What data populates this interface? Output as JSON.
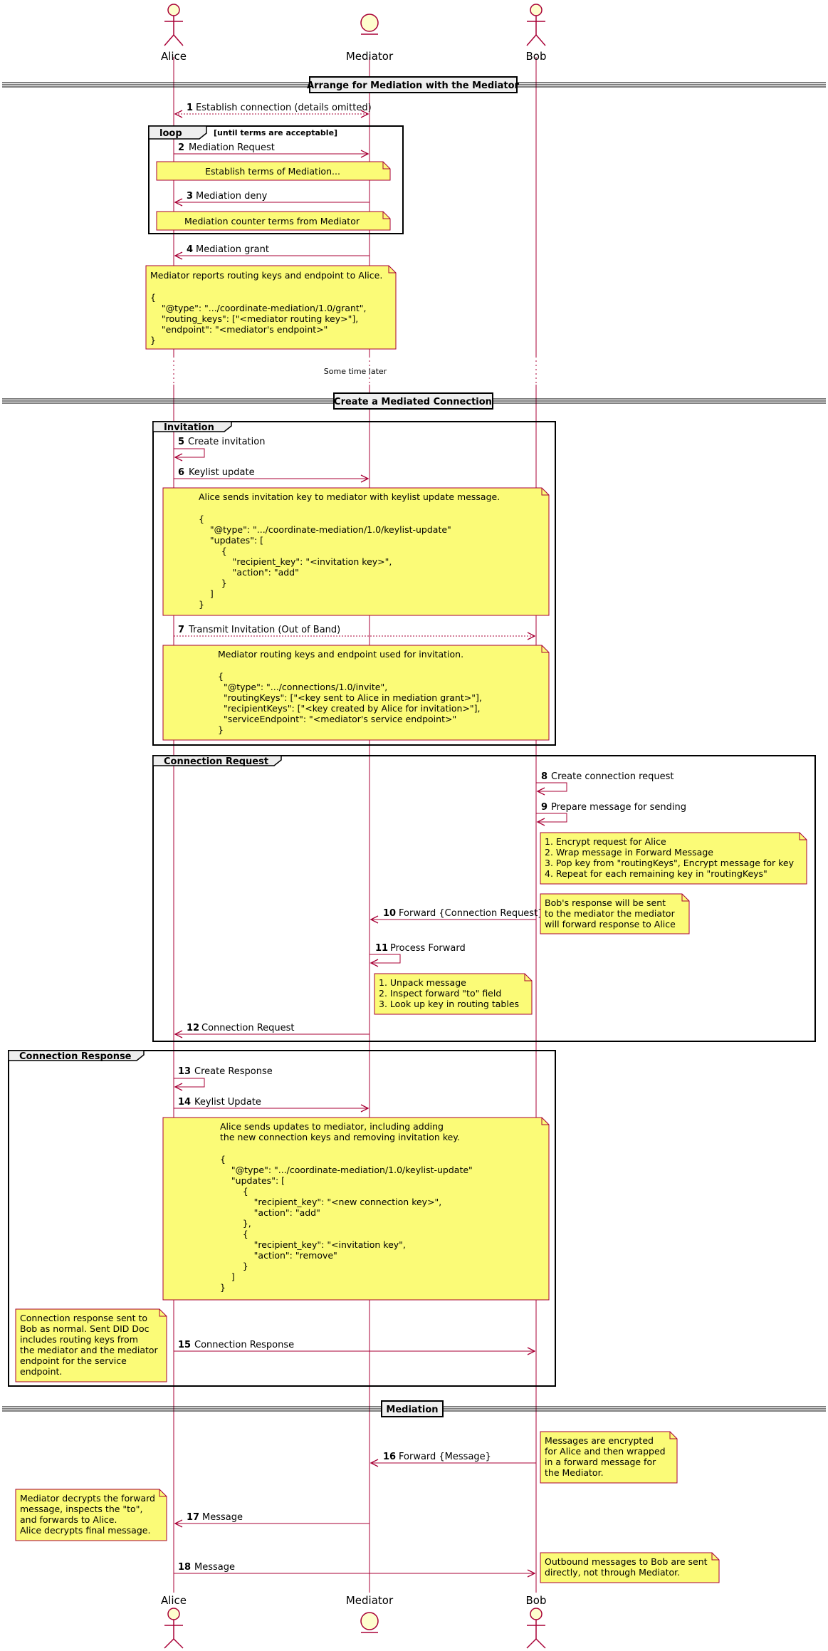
{
  "participants": [
    {
      "id": "alice",
      "name": "Alice",
      "kind": "actor"
    },
    {
      "id": "mediator",
      "name": "Mediator",
      "kind": "entity"
    },
    {
      "id": "bob",
      "name": "Bob",
      "kind": "actor"
    }
  ],
  "colors": {
    "line": "#A80036",
    "note_fill": "#FBFB77",
    "note_stroke": "#A80036",
    "actor_fill": "#FEFECE"
  },
  "dividers": {
    "arrange": "Arrange for Mediation with the Mediator",
    "create": "Create a Mediated Connection",
    "mediation": "Mediation"
  },
  "delay": "Some time later",
  "groups": {
    "loop": {
      "label": "loop",
      "condition": "[until terms are acceptable]"
    },
    "invitation": {
      "label": "Invitation"
    },
    "connreq": {
      "label": "Connection Request"
    },
    "connresp": {
      "label": "Connection Response"
    }
  },
  "messages": [
    {
      "n": "1",
      "text": "Establish connection (details omitted)"
    },
    {
      "n": "2",
      "text": "Mediation Request"
    },
    {
      "n": "3",
      "text": "Mediation deny"
    },
    {
      "n": "4",
      "text": "Mediation grant"
    },
    {
      "n": "5",
      "text": "Create invitation"
    },
    {
      "n": "6",
      "text": "Keylist update"
    },
    {
      "n": "7",
      "text": "Transmit Invitation (Out of Band)"
    },
    {
      "n": "8",
      "text": "Create connection request"
    },
    {
      "n": "9",
      "text": "Prepare message for sending"
    },
    {
      "n": "10",
      "text": "Forward {Connection Request}"
    },
    {
      "n": "11",
      "text": "Process Forward"
    },
    {
      "n": "12",
      "text": "Connection Request"
    },
    {
      "n": "13",
      "text": "Create Response"
    },
    {
      "n": "14",
      "text": "Keylist Update"
    },
    {
      "n": "15",
      "text": "Connection Response"
    },
    {
      "n": "16",
      "text": "Forward {Message}"
    },
    {
      "n": "17",
      "text": "Message"
    },
    {
      "n": "18",
      "text": "Message"
    }
  ],
  "notes": {
    "establish_terms": [
      "Establish terms of Mediation..."
    ],
    "counter_terms": [
      "Mediation counter terms from Mediator"
    ],
    "grant": [
      "Mediator reports routing keys and endpoint to Alice.",
      "",
      "{",
      "    \"@type\": \".../coordinate-mediation/1.0/grant\",",
      "    \"routing_keys\": [\"<mediator routing key>\"],",
      "    \"endpoint\": \"<mediator's endpoint>\"",
      "}"
    ],
    "keylist_add": [
      "Alice sends invitation key to mediator with keylist update message.",
      "",
      "{",
      "    \"@type\": \".../coordinate-mediation/1.0/keylist-update\"",
      "    \"updates\": [",
      "        {",
      "            \"recipient_key\": \"<invitation key>\",",
      "            \"action\": \"add\"",
      "        }",
      "    ]",
      "}"
    ],
    "invite": [
      "Mediator routing keys and endpoint used for invitation.",
      "",
      "{",
      "  \"@type\": \".../connections/1.0/invite\",",
      "  \"routingKeys\": [\"<key sent to Alice in mediation grant>\"],",
      "  \"recipientKeys\": [\"<key created by Alice for invitation>\"],",
      "  \"serviceEndpoint\": \"<mediator's service endpoint>\"",
      "}"
    ],
    "prepare": [
      "1. Encrypt request for Alice",
      "2. Wrap message in Forward Message",
      "3. Pop key from \"routingKeys\", Encrypt message for key",
      "4. Repeat for each remaining key in \"routingKeys\""
    ],
    "bob_response": [
      "Bob's response will be sent",
      "to the mediator the mediator",
      "will forward response to Alice"
    ],
    "unpack": [
      "1. Unpack message",
      "2. Inspect forward \"to\" field",
      "3. Look up key in routing tables"
    ],
    "keylist_update2": [
      "Alice sends updates to mediator, including adding",
      "the new connection keys and removing invitation key.",
      "",
      "{",
      "    \"@type\": \".../coordinate-mediation/1.0/keylist-update\"",
      "    \"updates\": [",
      "        {",
      "            \"recipient_key\": \"<new connection key>\",",
      "            \"action\": \"add\"",
      "        },",
      "        {",
      "            \"recipient_key\": \"<invitation key\",",
      "            \"action\": \"remove\"",
      "        }",
      "    ]",
      "}"
    ],
    "conn_response": [
      "Connection response sent to",
      "Bob as normal. Sent DID Doc",
      "includes routing keys from",
      "the mediator and the mediator",
      "endpoint for the service",
      "endpoint."
    ],
    "encrypted": [
      "Messages are encrypted",
      "for Alice and then wrapped",
      "in a forward message for",
      "the Mediator."
    ],
    "decrypts": [
      "Mediator decrypts the forward",
      "message, inspects the \"to\",",
      "and forwards to Alice.",
      "Alice decrypts final message."
    ],
    "outbound": [
      "Outbound messages to Bob are sent",
      "directly, not through Mediator."
    ]
  }
}
